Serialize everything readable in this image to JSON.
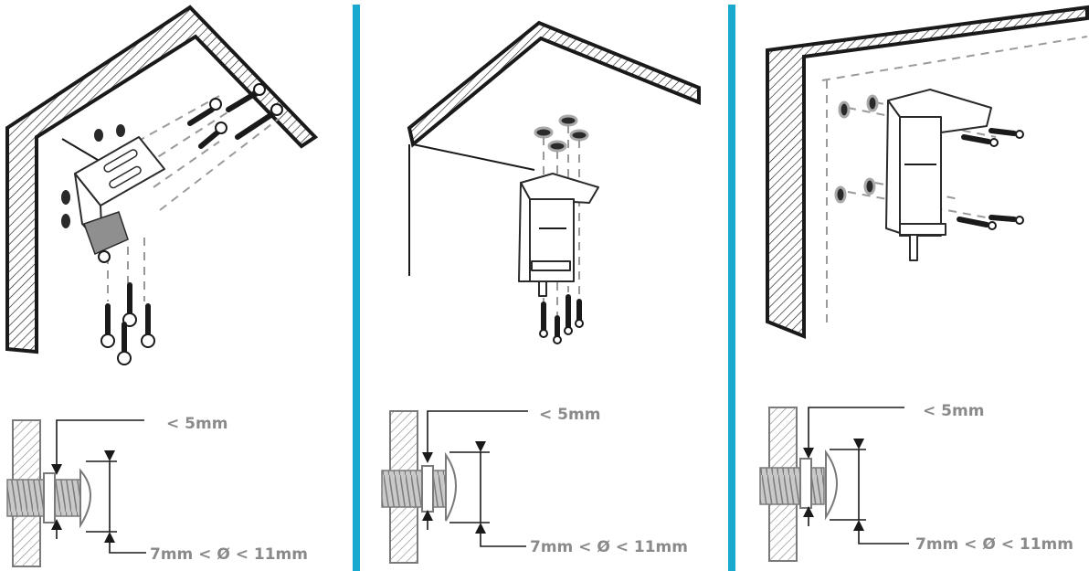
{
  "panels": [
    {
      "id": "ceiling-corner",
      "gap_label": "< 5mm",
      "diameter_label": "7mm < Ø < 11mm"
    },
    {
      "id": "ceiling",
      "gap_label": "< 5mm",
      "diameter_label": "7mm < Ø < 11mm"
    },
    {
      "id": "wall",
      "gap_label": "< 5mm",
      "diameter_label": "7mm < Ø < 11mm"
    }
  ],
  "colors": {
    "divider": "#19a9cf",
    "label": "#8a8a8a",
    "line": "#1a1a1a"
  }
}
